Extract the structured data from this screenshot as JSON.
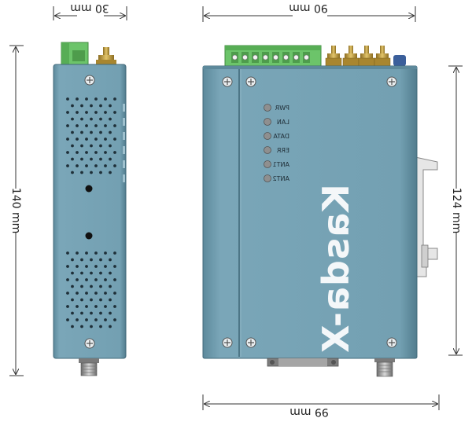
{
  "dimensions": {
    "side_width": "30 mm",
    "front_width": "90 mm",
    "total_width": "99 mm",
    "total_height": "140 mm",
    "body_height": "124 mm"
  },
  "leds": [
    "PWR",
    "LAN",
    "DATA",
    "ERR",
    "ANT1",
    "ANT2"
  ],
  "brand": "Kasda-X",
  "colors": {
    "body": "#6e9aac",
    "body_dark": "#4f7889",
    "terminal": "#6cc46a",
    "antenna_gold": "#c9a64a",
    "led": "#8a8a8a"
  }
}
